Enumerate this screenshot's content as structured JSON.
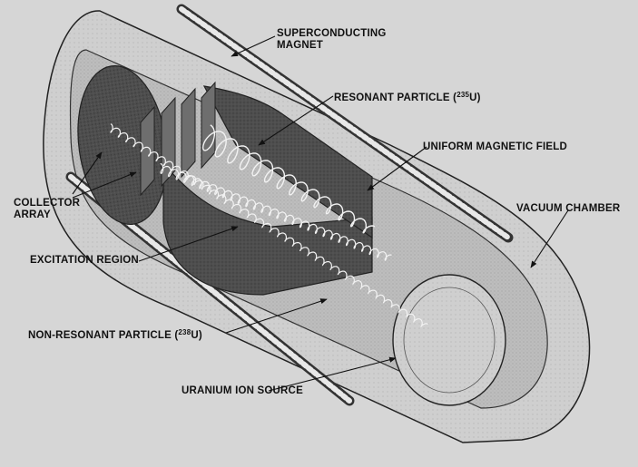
{
  "labels": {
    "superconducting_magnet_line1": "SUPERCONDUCTING",
    "superconducting_magnet_line2": "MAGNET",
    "resonant_particle_prefix": "RESONANT PARTICLE (",
    "resonant_particle_mass": "235",
    "resonant_particle_suffix": "U)",
    "uniform_magnetic_field": "UNIFORM MAGNETIC FIELD",
    "collector_array_line1": "COLLECTOR",
    "collector_array_line2": "ARRAY",
    "vacuum_chamber": "VACUUM CHAMBER",
    "excitation_region": "EXCITATION REGION",
    "non_resonant_particle_prefix": "NON-RESONANT PARTICLE (",
    "non_resonant_particle_mass": "238",
    "non_resonant_particle_suffix": "U)",
    "uranium_ion_source": "URANIUM ION SOURCE"
  },
  "colors": {
    "background": "#d6d6d6",
    "chamber_shell": "#c9c9c9",
    "chamber_interior": "#b8b8b8",
    "excitation_plates": "#5a5a5a",
    "collector_plates": "#6e6e6e",
    "ink": "#111111"
  }
}
